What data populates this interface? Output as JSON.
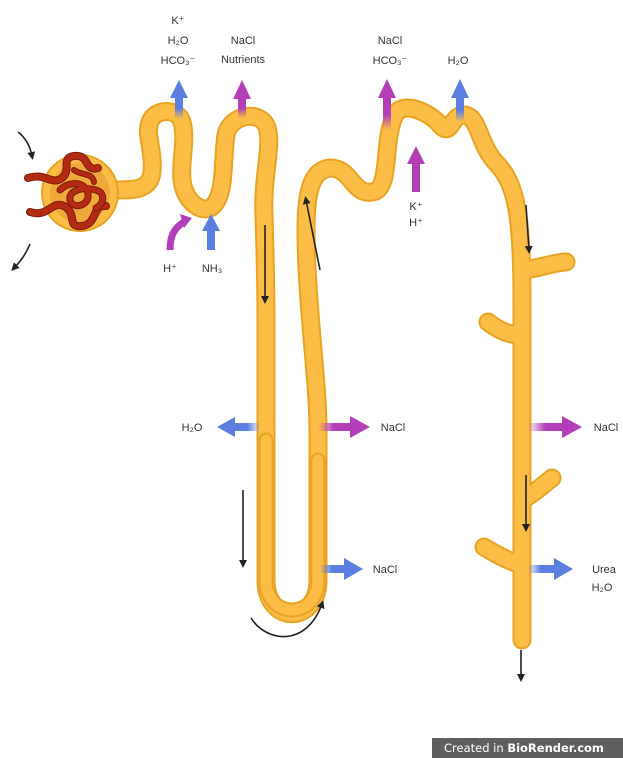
{
  "labels": {
    "pct_top_left": [
      "K⁺",
      "H₂O",
      "HCO₃⁻"
    ],
    "pct_top_right": [
      "NaCl",
      "Nutrients"
    ],
    "pct_bottom_h": "H⁺",
    "pct_bottom_nh3": "NH₃",
    "dct_top_left": [
      "NaCl",
      "HCO₃⁻"
    ],
    "dct_top_right": "H₂O",
    "dct_bottom": [
      "K⁺",
      "H⁺"
    ],
    "desc_h2o": "H₂O",
    "asc_nacl": "NaCl",
    "loop_nacl": "NaCl",
    "cd_nacl": "NaCl",
    "cd_urea": [
      "Urea",
      "H₂O"
    ]
  },
  "credit": {
    "prefix": "Created in ",
    "brand": "BioRender.com"
  },
  "colors": {
    "tubule": "#fbbd45",
    "tubule_outline": "#e9a322",
    "secretion": "#b23fb8",
    "reabsorption": "#5b7fe0",
    "glomerulus": "#b52a12"
  }
}
